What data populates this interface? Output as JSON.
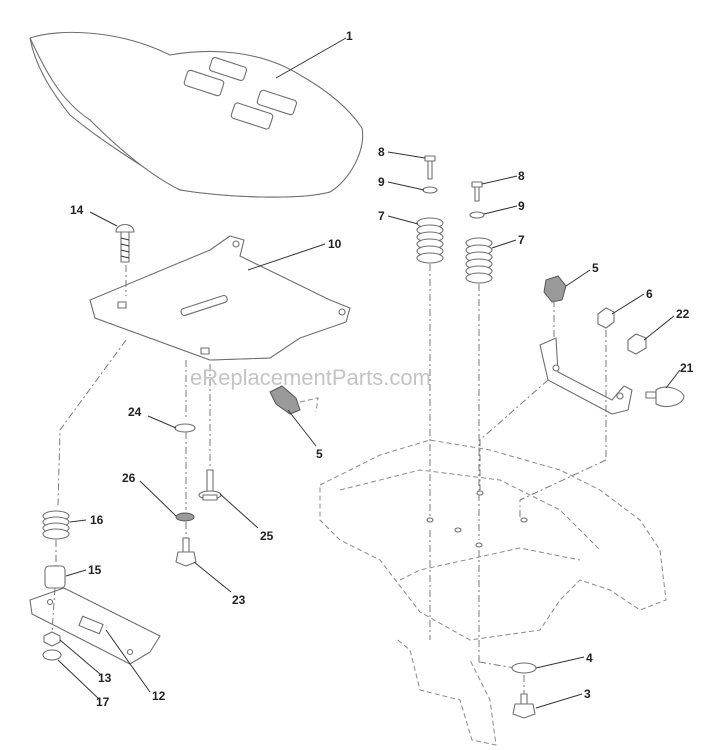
{
  "watermark": "eReplacementParts.com",
  "callouts": [
    "1",
    "8",
    "9",
    "7",
    "8",
    "9",
    "7",
    "14",
    "10",
    "5",
    "6",
    "22",
    "21",
    "24",
    "5",
    "26",
    "25",
    "16",
    "15",
    "23",
    "13",
    "12",
    "17",
    "4",
    "3"
  ]
}
